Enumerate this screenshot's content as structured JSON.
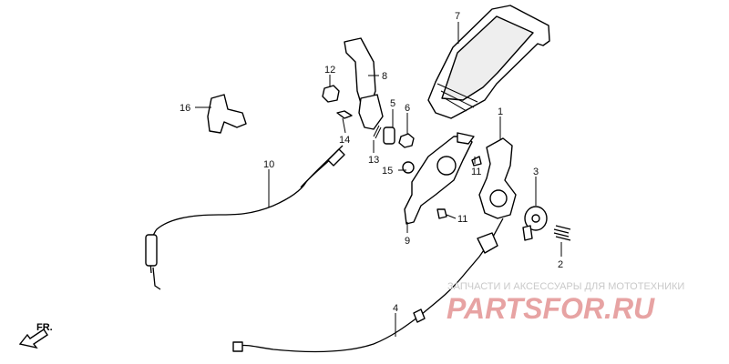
{
  "parts": {
    "p1": "1",
    "p2": "2",
    "p3": "3",
    "p4": "4",
    "p5": "5",
    "p6": "6",
    "p7": "7",
    "p8": "8",
    "p9": "9",
    "p10": "10",
    "p11": "11",
    "p12": "12",
    "p13": "13",
    "p14": "14",
    "p15": "15",
    "p16": "16"
  },
  "direction_label": "FR.",
  "watermark": {
    "tagline": "ЗАПЧАСТИ И АКСЕССУАРЫ ДЛЯ МОТОТЕХНИКИ",
    "logo": "PARTSFOR.RU"
  }
}
